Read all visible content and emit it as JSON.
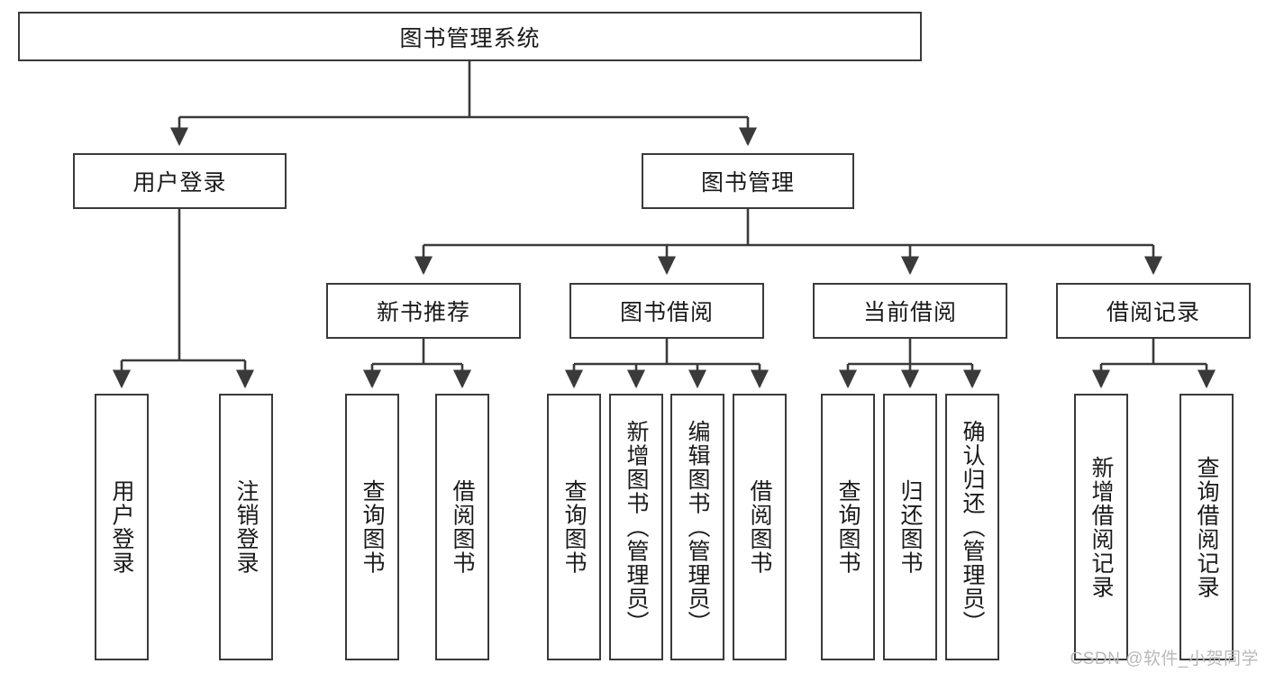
{
  "diagram": {
    "title_box": {
      "label": "图书管理系统"
    },
    "level2": [
      {
        "label": "用户登录"
      },
      {
        "label": "图书管理"
      }
    ],
    "level3": [
      {
        "label": "新书推荐"
      },
      {
        "label": "图书借阅"
      },
      {
        "label": "当前借阅"
      },
      {
        "label": "借阅记录"
      }
    ],
    "leaves": {
      "user_login": [
        {
          "label": "用户登录"
        },
        {
          "label": "注销登录"
        }
      ],
      "new_book_recommend": [
        {
          "label": "查询图书"
        },
        {
          "label": "借阅图书"
        }
      ],
      "book_borrow": [
        {
          "label": "查询图书"
        },
        {
          "label": "新增图书（管理员）"
        },
        {
          "label": "编辑图书（管理员）"
        },
        {
          "label": "借阅图书"
        }
      ],
      "current_borrow": [
        {
          "label": "查询图书"
        },
        {
          "label": "归还图书"
        },
        {
          "label": "确认归还（管理员）"
        }
      ],
      "borrow_record": [
        {
          "label": "新增借阅记录"
        },
        {
          "label": "查询借阅记录"
        }
      ]
    }
  },
  "watermark": {
    "text": "CSDN @软件_小贺同学"
  },
  "colors": {
    "box_border": "#3a3a3a",
    "background": "#ffffff",
    "text": "#1a1a1a",
    "watermark": "#b9b9b9"
  }
}
